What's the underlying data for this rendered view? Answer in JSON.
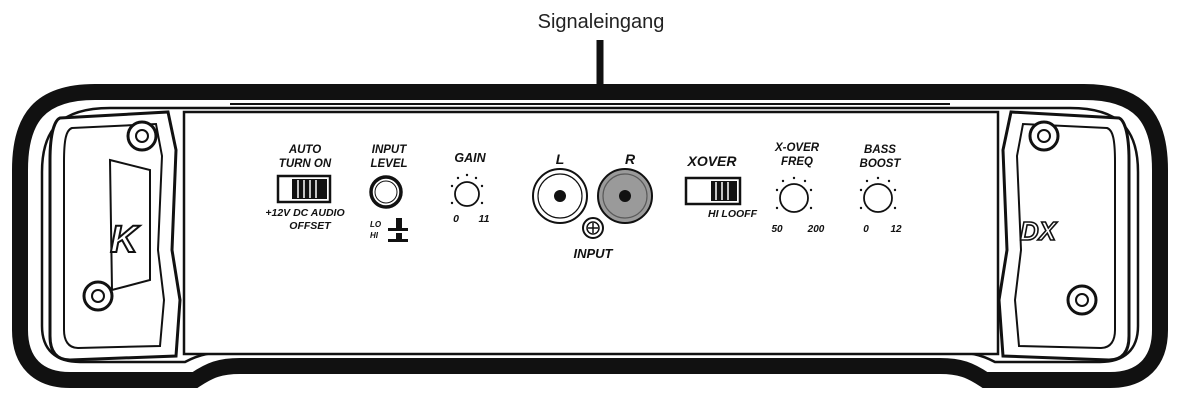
{
  "callout": {
    "text": "Signaleingang"
  },
  "panel": {
    "auto_turn_on": {
      "title_line1": "AUTO",
      "title_line2": "TURN ON",
      "sub_line1": "+12V DC AUDIO",
      "sub_line2": "OFFSET"
    },
    "input_level": {
      "title_line1": "INPUT",
      "title_line2": "LEVEL",
      "lo": "LO",
      "hi": "HI"
    },
    "gain": {
      "title": "GAIN",
      "min": "0",
      "max": "11"
    },
    "rca": {
      "left": "L",
      "right": "R",
      "label": "INPUT"
    },
    "xover": {
      "title": "XOVER",
      "positions": "HI LOOFF"
    },
    "xover_freq": {
      "title_line1": "X-OVER",
      "title_line2": "FREQ",
      "min": "50",
      "max": "200"
    },
    "bass_boost": {
      "title_line1": "BASS",
      "title_line2": "BOOST",
      "min": "0",
      "max": "12"
    }
  },
  "logos": {
    "left": "K",
    "right": "DX"
  },
  "colors": {
    "outline": "#111111",
    "panel": "#ffffff",
    "rca_right": "#9a9a9a"
  }
}
